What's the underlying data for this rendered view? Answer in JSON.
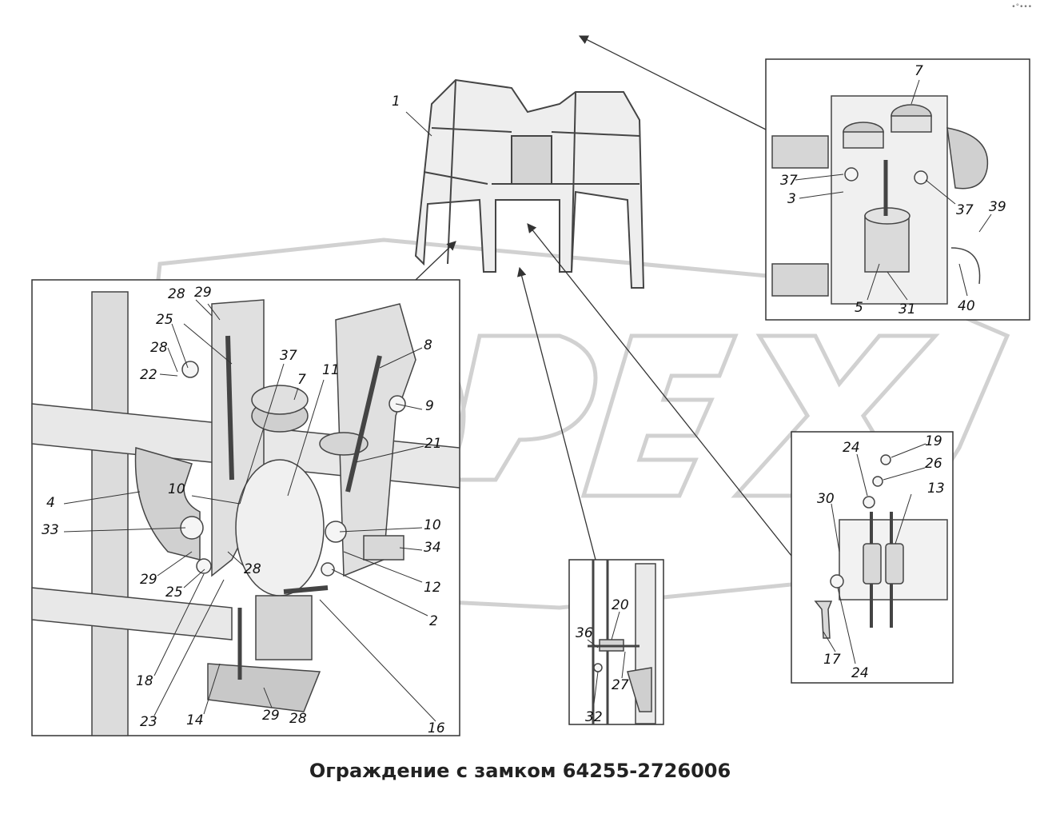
{
  "caption": "Ограждение с замком 64255-2726006",
  "corner_mark": "•°•••",
  "watermark": "OREX",
  "callouts": {
    "overview": [
      "1"
    ],
    "main": [
      "28",
      "29",
      "25",
      "28",
      "22",
      "37",
      "7",
      "11",
      "8",
      "9",
      "21",
      "4",
      "10",
      "33",
      "10",
      "34",
      "29",
      "25",
      "28",
      "12",
      "2",
      "18",
      "23",
      "14",
      "29",
      "28",
      "16"
    ],
    "top_right": [
      "7",
      "37",
      "3",
      "37",
      "39",
      "5",
      "31",
      "40"
    ],
    "bottom_right": [
      "24",
      "19",
      "26",
      "13",
      "30",
      "17",
      "24"
    ],
    "bottom_center": [
      "20",
      "36",
      "27",
      "32"
    ]
  }
}
